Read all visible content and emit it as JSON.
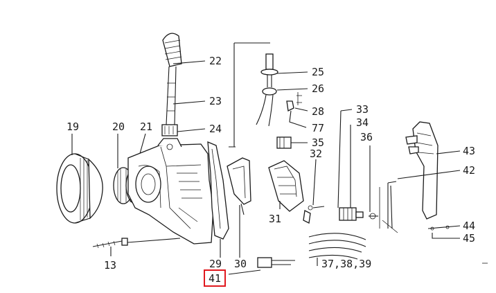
{
  "labels": {
    "p13": "13",
    "p19": "19",
    "p20": "20",
    "p21": "21",
    "p22": "22",
    "p23": "23",
    "p24": "24",
    "p25": "25",
    "p26": "26",
    "p28": "28",
    "p29": "29",
    "p30": "30",
    "p31": "31",
    "p32": "32",
    "p33": "33",
    "p34": "34",
    "p35": "35",
    "p36": "36",
    "p37": "37,38,39",
    "p41": "41",
    "p42": "42",
    "p43": "43",
    "p44": "44",
    "p45": "45",
    "p77": "77"
  },
  "highlight": {
    "target": "41",
    "color": "#e0181e"
  }
}
